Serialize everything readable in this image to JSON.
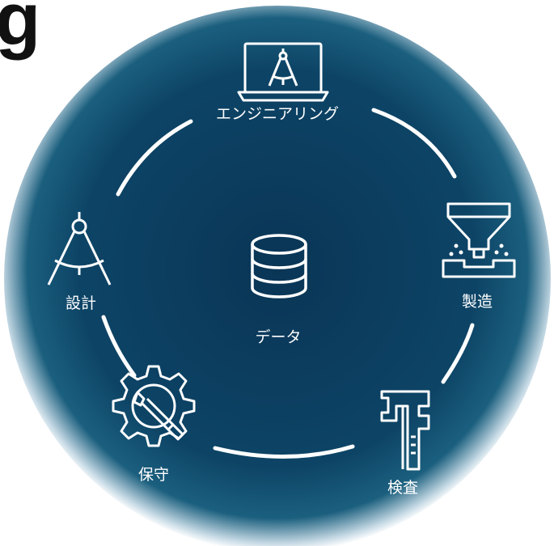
{
  "heading_glyph": "g",
  "colors": {
    "disc_center": "#0b3a5c",
    "disc_edge": "#1d5d7a",
    "line": "#ffffff"
  },
  "center": {
    "label": "データ",
    "icon": "database-icon"
  },
  "stages": [
    {
      "id": "engineering",
      "label": "エンジニアリング",
      "icon": "laptop-compass-icon"
    },
    {
      "id": "manufacturing",
      "label": "製造",
      "icon": "dispenser-icon"
    },
    {
      "id": "inspection",
      "label": "検査",
      "icon": "caliper-icon"
    },
    {
      "id": "maintenance",
      "label": "保守",
      "icon": "gear-wrench-icon"
    },
    {
      "id": "design",
      "label": "設計",
      "icon": "compass-icon"
    }
  ]
}
